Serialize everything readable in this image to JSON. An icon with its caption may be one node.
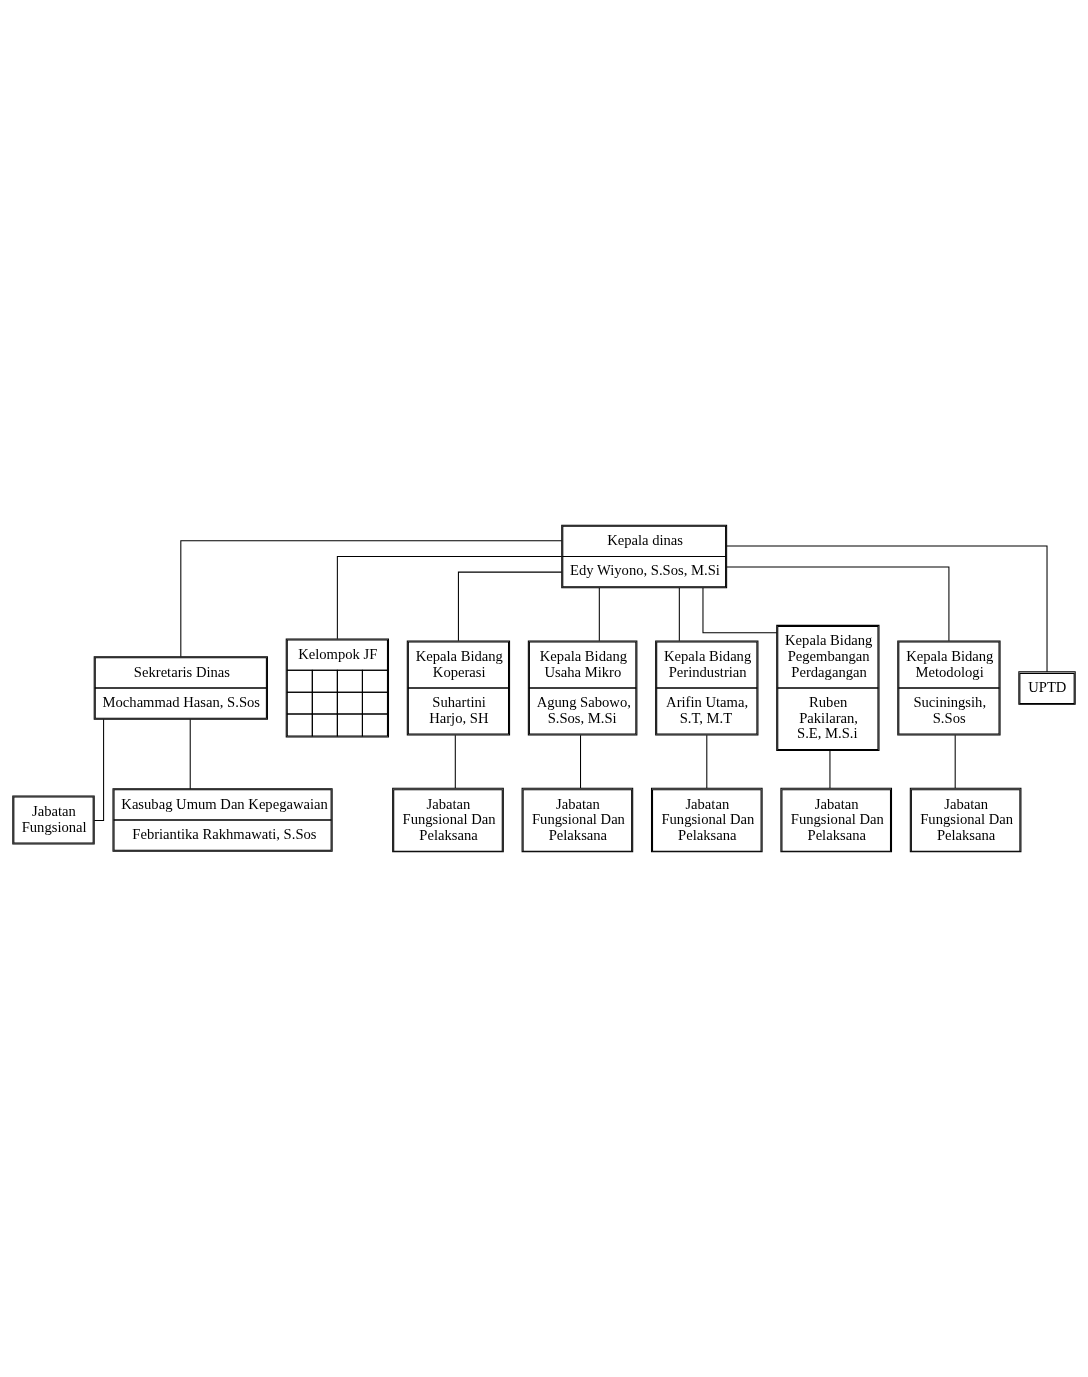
{
  "diagram": {
    "nodes": [
      {
        "text": [
          "Kepala dinas",
          "Edy Wiyono, S.Sos, M.Si"
        ]
      },
      {
        "text": [
          "Sekretaris Dinas",
          "Mochammad Hasan, S.Sos"
        ]
      },
      {
        "text": [
          "Kelompok JF"
        ]
      },
      {
        "text": [
          "Jabatan Fungsional"
        ]
      },
      {
        "text": [
          "Kasubag Umum Dan Kepegawaian",
          "Febriantika Rakhmawati, S.Sos"
        ]
      },
      {
        "text": [
          "Kepala Bidang Koperasi",
          "Suhartini Harjo, SH"
        ]
      },
      {
        "text": [
          "Kepala Bidang Usaha Mikro",
          "Agung Sabowo, S.Sos, M.Si"
        ]
      },
      {
        "text": [
          "Kepala Bidang Perindustrian",
          "Arifin Utama, S.T, M.T"
        ]
      },
      {
        "text": [
          "Kepala Bidang Pegembangan Perdagangan",
          "Ruben Pakilaran, S.E, M.S.i"
        ]
      },
      {
        "text": [
          "Kepala Bidang Metodologi",
          "Suciningsih, S.Sos"
        ]
      },
      {
        "text": [
          "Jabatan Fungsional Dan Pelaksana"
        ]
      },
      {
        "text": [
          "Jabatan Fungsional Dan Pelaksana"
        ]
      },
      {
        "text": [
          "Jabatan Fungsional Dan Pelaksana"
        ]
      },
      {
        "text": [
          "Jabatan Fungsional Dan Pelaksana"
        ]
      },
      {
        "text": [
          "Jabatan Fungsional Dan Pelaksana"
        ]
      },
      {
        "text": [
          "UPTD"
        ]
      }
    ],
    "edges": [
      {
        "from": 0,
        "to": 2,
        "arrow": "none"
      },
      {
        "from": 0,
        "to": 1,
        "arrow": "none"
      },
      {
        "from": 1,
        "to": 3,
        "arrow": "none"
      },
      {
        "from": 1,
        "to": 4,
        "arrow": "none"
      },
      {
        "from": 0,
        "to": 5,
        "arrow": "none"
      },
      {
        "from": 0,
        "to": 6,
        "arrow": "none"
      },
      {
        "from": 0,
        "to": 7,
        "arrow": "none"
      },
      {
        "from": 0,
        "to": 8,
        "arrow": "none"
      },
      {
        "from": 0,
        "to": 9,
        "arrow": "none"
      },
      {
        "from": 5,
        "to": 10,
        "arrow": "none"
      },
      {
        "from": 6,
        "to": 11,
        "arrow": "none"
      },
      {
        "from": 7,
        "to": 12,
        "arrow": "none"
      },
      {
        "from": 8,
        "to": 13,
        "arrow": "none"
      },
      {
        "from": 9,
        "to": 14,
        "arrow": "none"
      },
      {
        "from": 0,
        "to": 15,
        "arrow": "none"
      }
    ]
  }
}
